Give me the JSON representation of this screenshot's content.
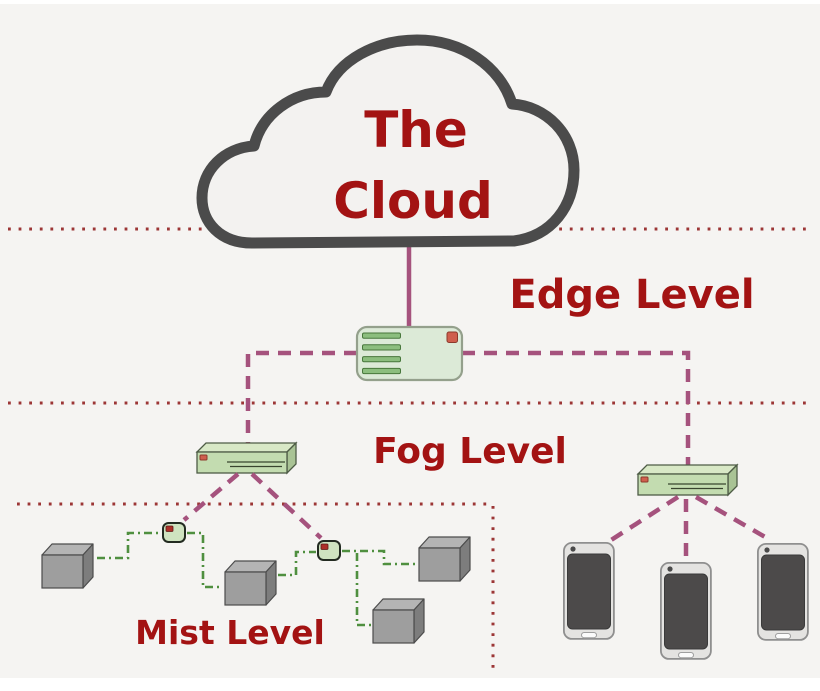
{
  "cloud": {
    "line1": "The",
    "line2": "Cloud"
  },
  "levels": {
    "edge": "Edge Level",
    "fog": "Fog Level",
    "mist": "Mist Level"
  },
  "icons": {
    "cloud": "cloud-icon",
    "edge_router": "router-icon",
    "fog_switch": "switch-icon",
    "mist_gateway": "sensor-gateway-icon",
    "mist_node": "cube-node-icon",
    "end_device": "smartphone-icon"
  },
  "topology": {
    "cloud_to_edge_router": "solid-line",
    "edge_router_branches": [
      "left-to-fog-switch",
      "right-to-fog-switch"
    ],
    "fog_left_switch_links": [
      "sensor-gateway-1",
      "sensor-gateway-2"
    ],
    "fog_right_switch_links": [
      "phone-1",
      "phone-2",
      "phone-3"
    ],
    "mist_mesh_links": [
      "cube-1-to-gateway-1",
      "gateway-1-to-cube-2",
      "cube-2-to-gateway-2",
      "gateway-2-to-cube-3",
      "gateway-2-to-cube-4"
    ],
    "counts": {
      "fog_switches": 2,
      "mist_gateways": 2,
      "mist_cubes": 4,
      "phones": 3
    }
  },
  "colors": {
    "frame_white": "#ffffff",
    "bg_canvas": "#f5f4f2",
    "deep_red_text": "#a31313",
    "dot_line_red": "#9c3636",
    "magenta_line": "#a5527d",
    "cloud_outline": "#4b4b4b",
    "cloud_fill": "#f3f2f0",
    "green_line": "#4f8f3f",
    "device_green_fill": "#dcead7",
    "device_green_border": "#94a08c",
    "bar_green": "#8cbe7e",
    "bar_green_border": "#47773b",
    "red_indicator": "#cf5f4d",
    "red_indicator_border": "#8c3a2c",
    "switch_top": "#d8e8c6",
    "switch_front": "#c3dcb0",
    "switch_side": "#a9c395",
    "switch_border": "#4e5c46",
    "switch_line": "#39452f",
    "sensor_fill": "#cfe3c0",
    "sensor_border": "#232b21",
    "sensor_dot": "#ae2f28",
    "cube_top": "#b4b4b4",
    "cube_front": "#9e9e9e",
    "cube_side": "#7d7d7d",
    "cube_border": "#4c4c4c",
    "phone_body": "#e4e3e1",
    "phone_border": "#8f8f8f",
    "phone_screen": "#4c4a4a",
    "phone_button": "#fbfbfb"
  }
}
